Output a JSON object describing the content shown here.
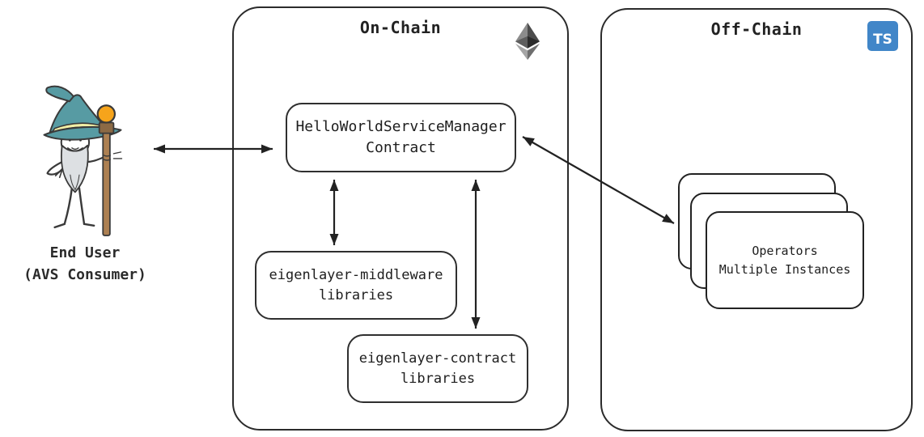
{
  "diagram": {
    "end_user": {
      "label_line1": "End User",
      "label_line2": "(AVS Consumer)"
    },
    "on_chain": {
      "title": "On-Chain",
      "service_manager_line1": "HelloWorldServiceManager",
      "service_manager_line2": "Contract",
      "middleware_line1": "eigenlayer-middleware",
      "middleware_line2": "libraries",
      "contracts_line1": "eigenlayer-contract",
      "contracts_line2": "libraries"
    },
    "off_chain": {
      "title": "Off-Chain",
      "operators_line1": "Operators",
      "operators_line2": "Multiple Instances"
    },
    "connections": [
      "end-user <-> service-manager",
      "service-manager <-> eigenlayer-middleware",
      "service-manager <-> eigenlayer-contract",
      "service-manager <-> operators"
    ]
  },
  "icons": {
    "ethereum": "ethereum-logo",
    "typescript": "typescript-logo",
    "typescript_badge_text": "TS",
    "end_user_figure": "wizard-character"
  },
  "colors": {
    "stroke_dark": "#2b2b2b",
    "typescript_blue": "#4186C8",
    "wizard_hat_teal": "#579BA3",
    "wizard_hat_band": "#F2EFA6",
    "staff_brown": "#AD8052",
    "staff_orb_orange": "#F6A41B",
    "beard_gray": "#DDE0E3",
    "background": "#FFFFFF"
  }
}
